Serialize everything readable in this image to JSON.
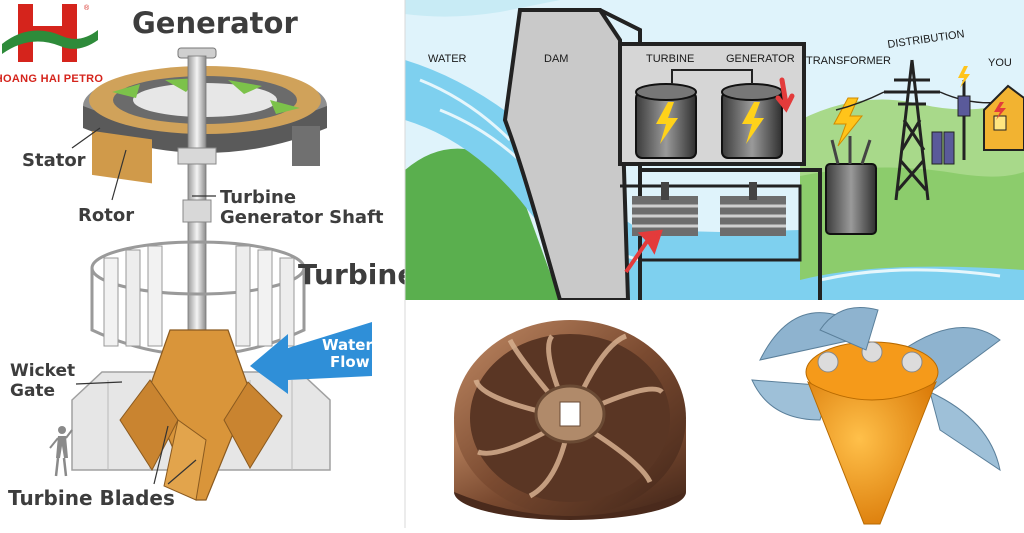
{
  "logo": {
    "name": "HOANG HAI PETRO",
    "trademark": "®"
  },
  "left_diagram": {
    "title": "Generator",
    "labels": {
      "stator": "Stator",
      "rotor": "Rotor",
      "shaft_line1": "Turbine",
      "shaft_line2": "Generator Shaft",
      "turbine": "Turbine",
      "water_flow_line1": "Water",
      "water_flow_line2": "Flow",
      "wicket_line1": "Wicket",
      "wicket_line2": "Gate",
      "blades": "Turbine Blades"
    }
  },
  "right_diagram": {
    "labels": {
      "water": "WATER",
      "dam": "DAM",
      "turbine": "TURBINE",
      "generator": "GENERATOR",
      "transformer": "TRANSFORMER",
      "distribution": "DISTRIBUTION",
      "you": "YOU"
    }
  },
  "colors": {
    "logo_red": "#d5241c",
    "logo_green": "#2e8b3a",
    "turbine_orange": "#d9953a",
    "water_blue": "#2f8fd8",
    "sky": "#dff3fb",
    "hill_green": "#5aaf4e",
    "dam_grey": "#c9c9c9",
    "bronze": "#8a5a3c",
    "kaplan_orange": "#f59a1a",
    "kaplan_blade": "#8eb3cf"
  }
}
